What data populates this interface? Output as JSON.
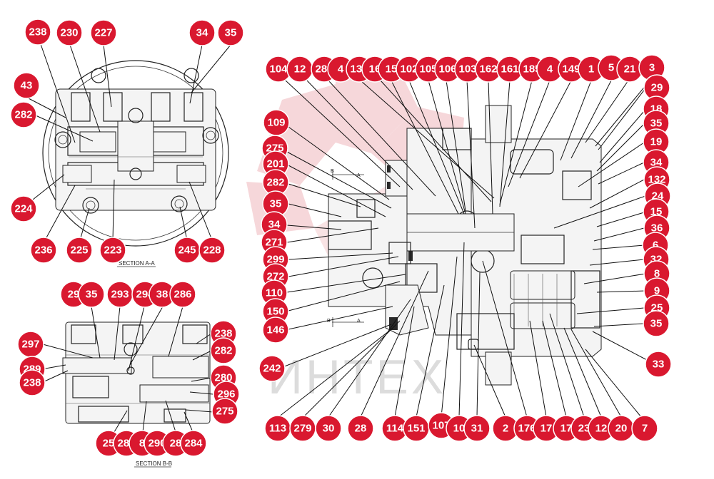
{
  "colors": {
    "badge": "#d9182f",
    "badge_text": "#ffffff",
    "line": "#222222",
    "watermark": "#f3c9cc"
  },
  "watermark_text": "ИНТЕХ",
  "section_aa": {
    "caption": "SECTION A-A",
    "labels": [
      "238",
      "230",
      "227",
      "34",
      "35",
      "43",
      "282",
      "224",
      "236",
      "225",
      "223",
      "245",
      "228"
    ]
  },
  "section_bb": {
    "caption": "SECTION B-B",
    "labels": [
      "29",
      "35",
      "293",
      "294",
      "38",
      "286",
      "297",
      "289",
      "238",
      "238",
      "282",
      "280",
      "296",
      "275",
      "25",
      "288",
      "8",
      "290",
      "28",
      "284"
    ]
  },
  "main": {
    "section_marks": [
      "B",
      "A",
      "B",
      "A"
    ],
    "top_labels": [
      "104",
      "12",
      "280",
      "4",
      "135",
      "16",
      "15",
      "102",
      "105",
      "106",
      "103",
      "162",
      "161",
      "185",
      "4",
      "149",
      "1",
      "5",
      "21",
      "3"
    ],
    "right_labels": [
      "29",
      "18",
      "35",
      "19",
      "34",
      "132",
      "24",
      "15",
      "36",
      "6",
      "32",
      "8",
      "9",
      "25",
      "35",
      "33"
    ],
    "left_labels": [
      "109",
      "275",
      "201",
      "282",
      "35",
      "34",
      "271",
      "299",
      "272",
      "110",
      "150",
      "146",
      "242"
    ],
    "bottom_labels": [
      "113",
      "279",
      "30",
      "28",
      "114",
      "151",
      "107",
      "10",
      "31",
      "2",
      "176",
      "17",
      "17",
      "23",
      "12",
      "20",
      "7"
    ]
  }
}
